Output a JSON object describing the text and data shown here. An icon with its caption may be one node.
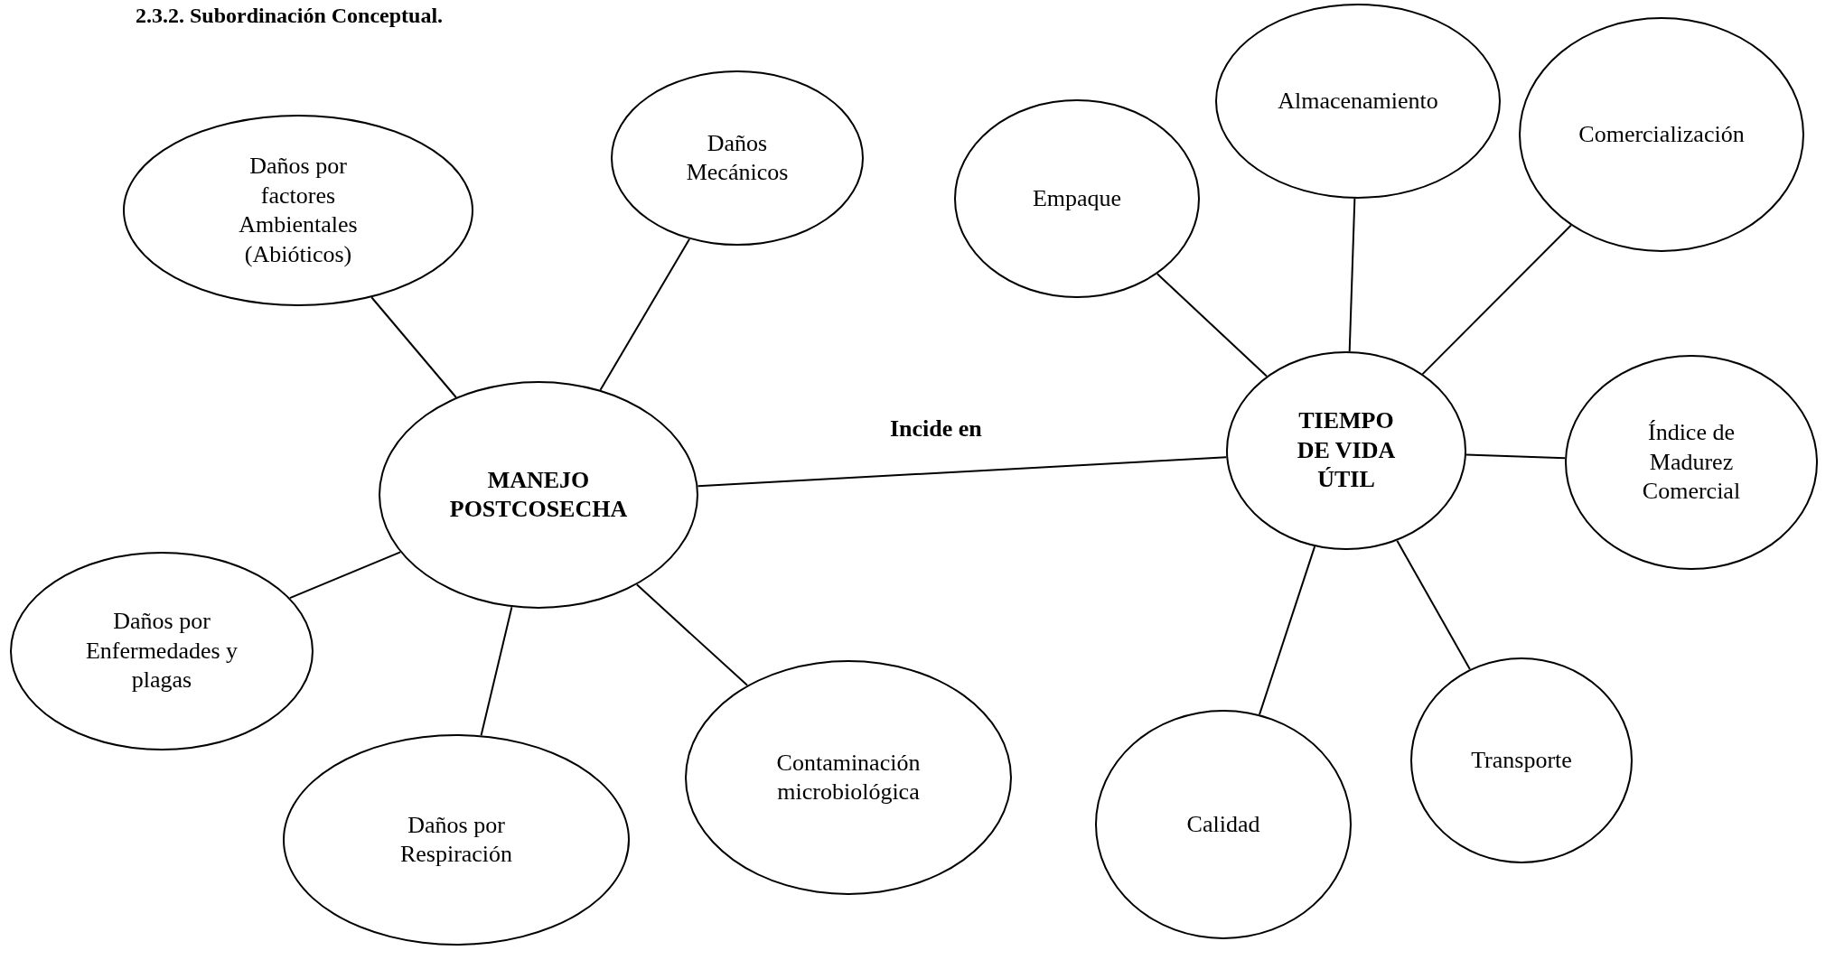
{
  "diagram": {
    "title": "2.3.2. Subordinación Conceptual.",
    "nodes": [
      {
        "text": [
          "Daños por factores Ambientales (Abióticos)"
        ]
      },
      {
        "text": [
          "Daños Mecánicos"
        ]
      },
      {
        "text": [
          "MANEJO POSTCOSECHA"
        ]
      },
      {
        "text": [
          "Daños por Enfermedades y plagas"
        ]
      },
      {
        "text": [
          "Daños por Respiración"
        ]
      },
      {
        "text": [
          "Contaminación microbiológica"
        ]
      },
      {
        "text": [
          "TIEMPO DE VIDA ÚTIL"
        ]
      },
      {
        "text": [
          "Empaque"
        ]
      },
      {
        "text": [
          "Almacenamiento"
        ]
      },
      {
        "text": [
          "Comercialización"
        ]
      },
      {
        "text": [
          "Índice de Madurez Comercial"
        ]
      },
      {
        "text": [
          "Transporte"
        ]
      },
      {
        "text": [
          "Calidad"
        ]
      }
    ],
    "edges": [
      {
        "from": 2,
        "to": 0,
        "arrow": "none"
      },
      {
        "from": 2,
        "to": 1,
        "arrow": "none"
      },
      {
        "from": 2,
        "to": 3,
        "arrow": "none"
      },
      {
        "from": 2,
        "to": 4,
        "arrow": "none"
      },
      {
        "from": 2,
        "to": 5,
        "arrow": "none"
      },
      {
        "from": 2,
        "to": 6,
        "arrow": "none",
        "label": "Incide en"
      },
      {
        "from": 6,
        "to": 7,
        "arrow": "none"
      },
      {
        "from": 6,
        "to": 8,
        "arrow": "none"
      },
      {
        "from": 6,
        "to": 9,
        "arrow": "none"
      },
      {
        "from": 6,
        "to": 10,
        "arrow": "none"
      },
      {
        "from": 6,
        "to": 11,
        "arrow": "none"
      },
      {
        "from": 6,
        "to": 12,
        "arrow": "none"
      }
    ]
  }
}
